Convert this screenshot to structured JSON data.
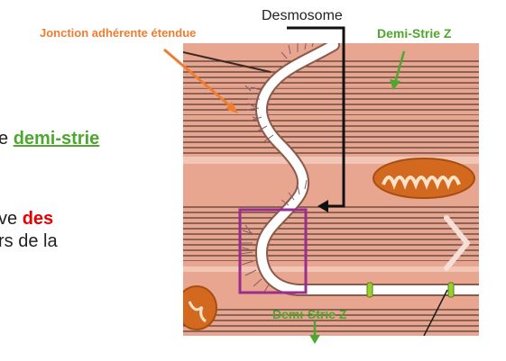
{
  "slide_text": {
    "line1_prefix": "e ",
    "line1_link": "demi-strie",
    "line2_prefix": "ve ",
    "line2_red": "des",
    "line3": "rs de la"
  },
  "labels": {
    "jonction": "Jonction adhérente étendue",
    "desmosome": "Desmosome",
    "demi_strie_top": "Demi-Strie Z",
    "demi_strie_bottom": "Demi-Strie Z"
  },
  "colors": {
    "cell_fill": "#e8a58f",
    "membrane": "#ffffff",
    "myofibril": "#4a3830",
    "mitochondria": "#d2691e",
    "highlight_box": "#9b2d8f",
    "arrow_orange": "#ed7d31",
    "arrow_green": "#4ea72e"
  }
}
